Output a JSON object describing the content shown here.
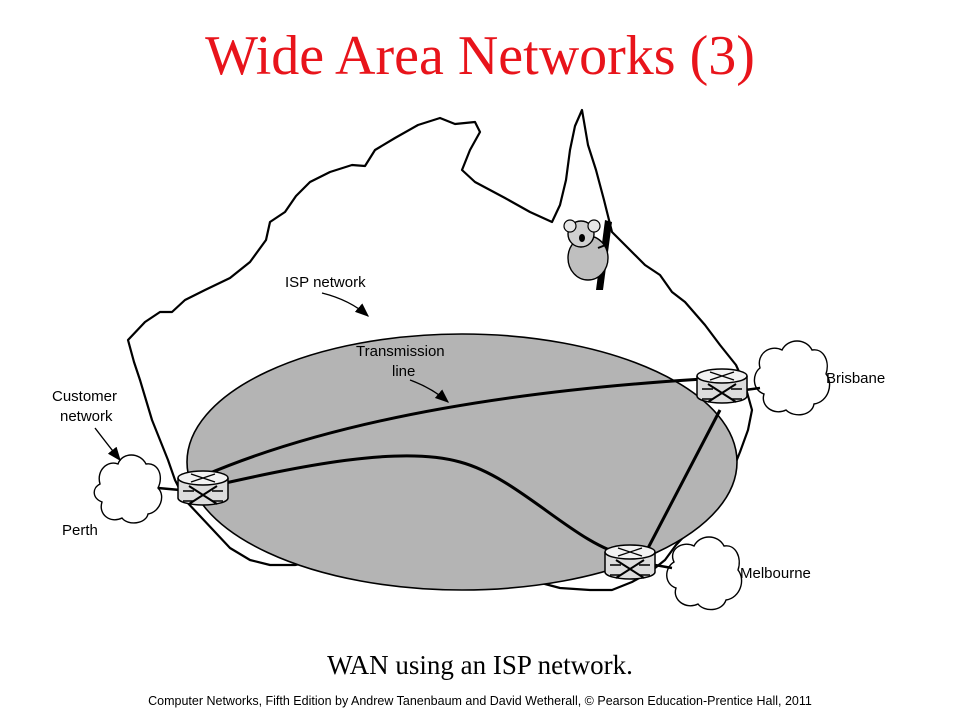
{
  "title": "Wide Area Networks (3)",
  "caption": "WAN using an ISP network.",
  "footer": "Computer Networks, Fifth Edition by Andrew Tanenbaum and David Wetherall, © Pearson Education-Prentice Hall, 2011",
  "labels": {
    "isp_network": "ISP network",
    "transmission_1": "Transmission",
    "transmission_2": "line",
    "customer_1": "Customer",
    "customer_2": "network",
    "perth": "Perth",
    "brisbane": "Brisbane",
    "melbourne": "Melbourne"
  },
  "colors": {
    "title": "#e8141b",
    "isp_fill": "#b4b4b4",
    "outline": "#000000"
  }
}
